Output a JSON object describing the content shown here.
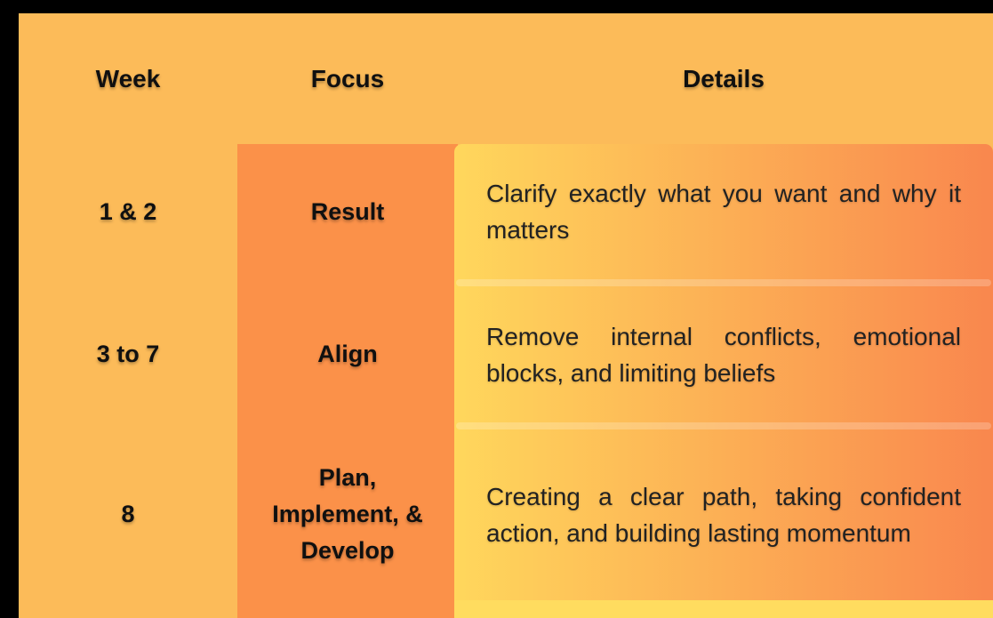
{
  "title": "8-week program plan table",
  "colors": {
    "page_bg": "#000000",
    "header_week_bg": "#FCBB59",
    "focus_col_bg": "#FB9149",
    "details_gradient_start": "#FFD75C",
    "details_gradient_end": "#F9874E",
    "bottom_strip_bg": "#FFDC5F",
    "separator": "rgba(255,255,255,0.22)",
    "text_dark": "#101010",
    "details_text": "#222222"
  },
  "table": {
    "headers": [
      "Week",
      "Focus",
      "Details"
    ],
    "rows": [
      {
        "week": "1 & 2",
        "focus": "Result",
        "details": "Clarify exactly what you want and why it matters"
      },
      {
        "week": "3 to 7",
        "focus": "Align",
        "details": "Remove internal conflicts, emotional blocks, and limiting beliefs"
      },
      {
        "week": "8",
        "focus": "Plan, Implement, & Develop",
        "details": "Creating a clear path, taking confident action, and building lasting momentum"
      }
    ]
  }
}
